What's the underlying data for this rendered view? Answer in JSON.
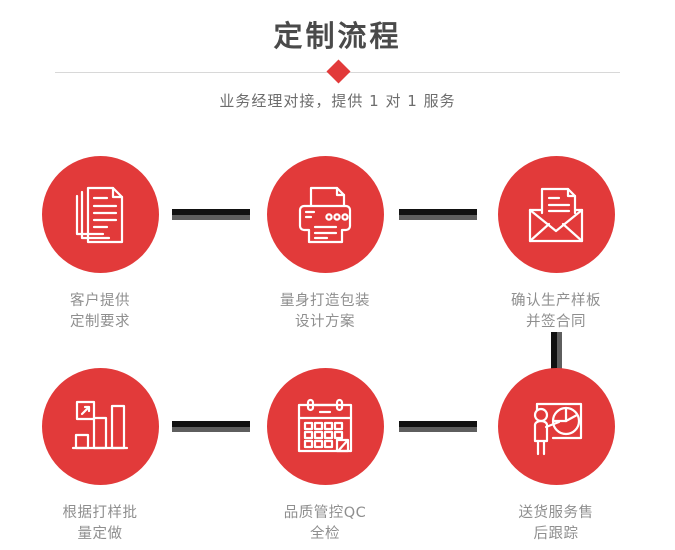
{
  "header": {
    "title": "定制流程",
    "subtitle": "业务经理对接，提供 1 对 1 服务",
    "accent_color": "#e23a3a",
    "title_color": "#4a4a4a",
    "divider_color": "#d8d8d8"
  },
  "flow": {
    "connector_color": "#111111",
    "connector_shadow_color": "#5e5e5e",
    "steps": [
      {
        "index": 1,
        "icon": "documents-stack-icon",
        "line1": "客户提供",
        "line2": "定制要求"
      },
      {
        "index": 2,
        "icon": "printer-icon",
        "line1": "量身打造包装",
        "line2": "设计方案"
      },
      {
        "index": 3,
        "icon": "envelope-letter-icon",
        "line1": "确认生产样板",
        "line2": "并签合同"
      },
      {
        "index": 4,
        "icon": "bar-chart-growth-icon",
        "line1": "根据打样批",
        "line2": "量定做"
      },
      {
        "index": 5,
        "icon": "calendar-icon",
        "line1": "品质管控QC",
        "line2": "全检"
      },
      {
        "index": 6,
        "icon": "presenter-piechart-icon",
        "line1": "送货服务售",
        "line2": "后跟踪"
      }
    ]
  }
}
